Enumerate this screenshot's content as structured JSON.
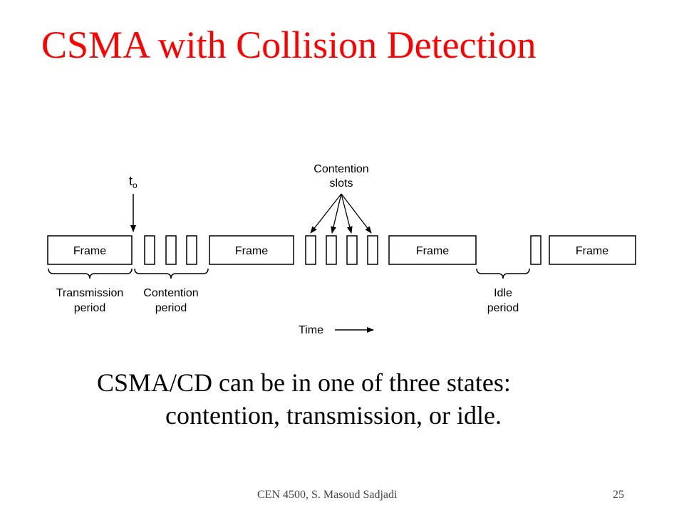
{
  "slide": {
    "title": "CSMA with Collision Detection",
    "title_color": "#ff0000",
    "body_line1": "CSMA/CD can be in one of three states:",
    "body_line2": "contention, transmission, or idle.",
    "footer": "CEN 4500, S. Masoud Sadjadi",
    "page_number": "25"
  },
  "diagram": {
    "t0_label": "t",
    "t0_subscript": "o",
    "contention_slots_line1": "Contention",
    "contention_slots_line2": "slots",
    "frames": [
      "Frame",
      "Frame",
      "Frame",
      "Frame"
    ],
    "periods": {
      "transmission_line1": "Transmission",
      "transmission_line2": "period",
      "contention_line1": "Contention",
      "contention_line2": "period",
      "idle_line1": "Idle",
      "idle_line2": "period"
    },
    "time_label": "Time"
  }
}
